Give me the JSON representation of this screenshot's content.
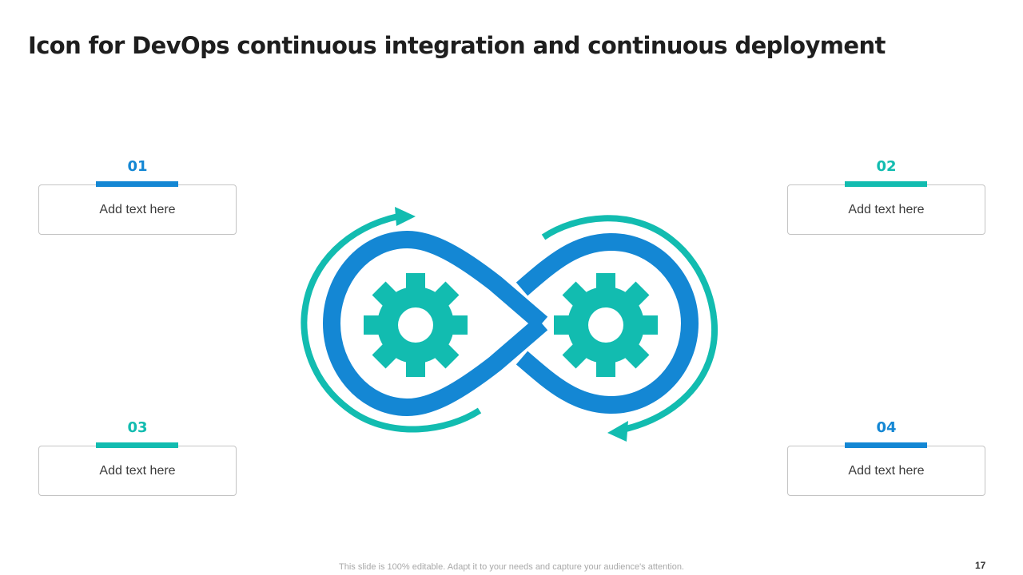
{
  "slide": {
    "title": "Icon for DevOps continuous integration and continuous deployment",
    "page_number": "17",
    "footer_note": "This slide is 100% editable. Adapt it to your needs and capture your audience's attention."
  },
  "colors": {
    "blue": "#1487D4",
    "teal": "#12BCB0",
    "title_text": "#1e1e1e",
    "body_text": "#3c3c3c",
    "box_border": "#c4c4c4",
    "footer_text": "#a8a8a8"
  },
  "cards": [
    {
      "number": "01",
      "text": "Add text here",
      "accent": "blue"
    },
    {
      "number": "02",
      "text": "Add text here",
      "accent": "teal"
    },
    {
      "number": "03",
      "text": "Add text here",
      "accent": "teal"
    },
    {
      "number": "04",
      "text": "Add text here",
      "accent": "blue"
    }
  ],
  "illustration": {
    "icon": "devops-infinity-gears-icon",
    "elements": [
      "infinity-loop",
      "left-gear",
      "right-gear",
      "top-left-arrow",
      "bottom-right-arrow"
    ]
  }
}
